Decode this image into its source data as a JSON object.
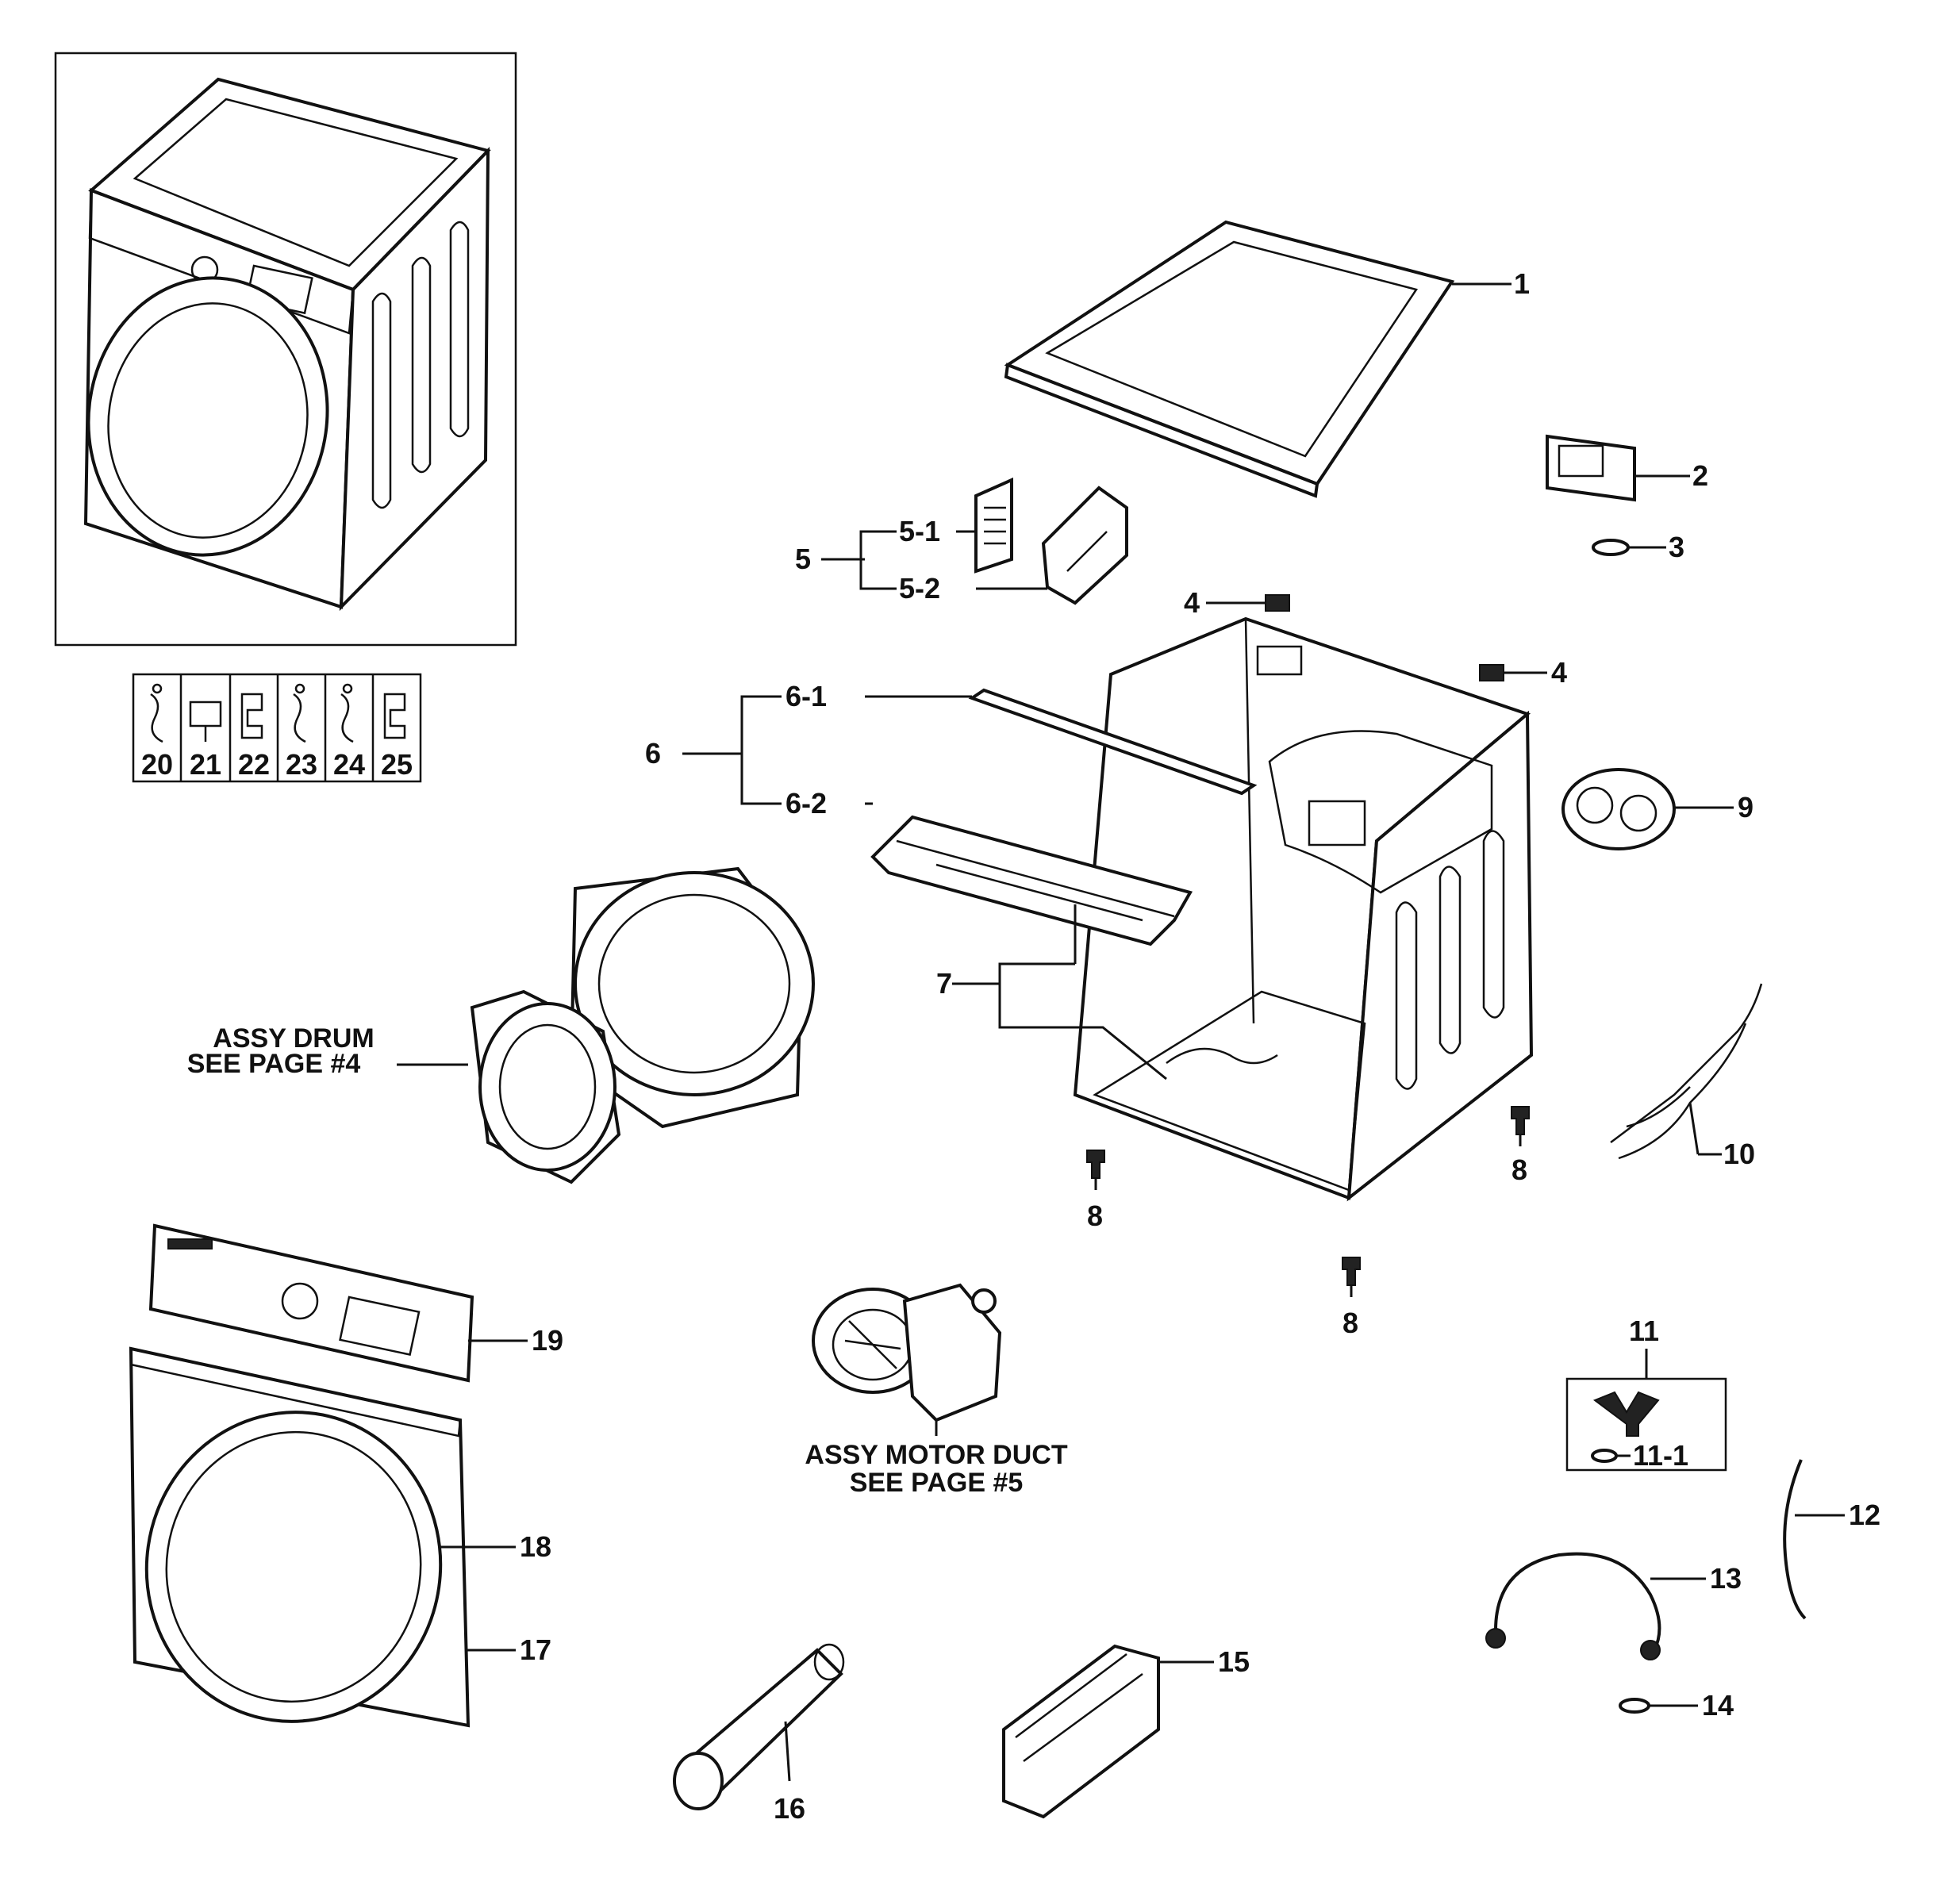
{
  "labels": {
    "p1": "1",
    "p2": "2",
    "p3": "3",
    "p4a": "4",
    "p4b": "4",
    "p5": "5",
    "p5_1": "5-1",
    "p5_2": "5-2",
    "p6": "6",
    "p6_1": "6-1",
    "p6_2": "6-2",
    "p7": "7",
    "p8a": "8",
    "p8b": "8",
    "p8c": "8",
    "p9": "9",
    "p10": "10",
    "p11": "11",
    "p11_1": "11-1",
    "p12": "12",
    "p13": "13",
    "p14": "14",
    "p15": "15",
    "p16": "16",
    "p17": "17",
    "p18": "18",
    "p19": "19"
  },
  "accessories": [
    "20",
    "21",
    "22",
    "23",
    "24",
    "25"
  ],
  "notes": {
    "drum_line1": "ASSY DRUM",
    "drum_line2": "SEE PAGE #4",
    "motor_line1": "ASSY MOTOR DUCT",
    "motor_line2": "SEE PAGE #5"
  },
  "icons": {
    "accessories": [
      "cable-tie-icon",
      "holder-icon",
      "clamp-icon",
      "cable-tie-icon",
      "cable-tie-icon",
      "clamp-icon"
    ]
  }
}
